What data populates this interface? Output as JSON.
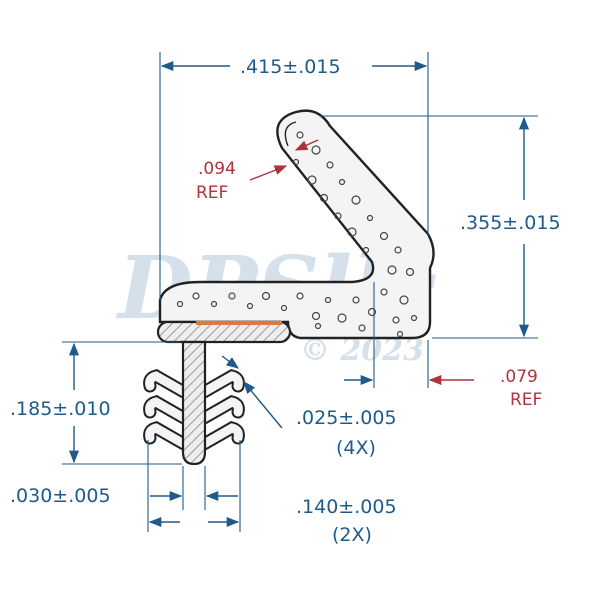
{
  "watermark": {
    "brand": "DPSllc",
    "copyright": "© 2023"
  },
  "dimensions": {
    "overall_width": ".415±.015",
    "height": ".355±.015",
    "bulb_wall": ".094",
    "bulb_wall_note": "REF",
    "gap": ".079",
    "gap_note": "REF",
    "fin_height": ".185±.010",
    "fin_thickness": ".025±.005",
    "fin_thickness_count": "(4X)",
    "stem_width": ".030±.005",
    "fin_span": ".140±.005",
    "fin_span_count": "(2X)"
  },
  "colors": {
    "dimension": "#1f5a8a",
    "reference": "#b0323c",
    "profile_fill": "#f4f4f4",
    "stem_hatch": "#9a9a9a",
    "adhesive": "#e07a3a"
  }
}
